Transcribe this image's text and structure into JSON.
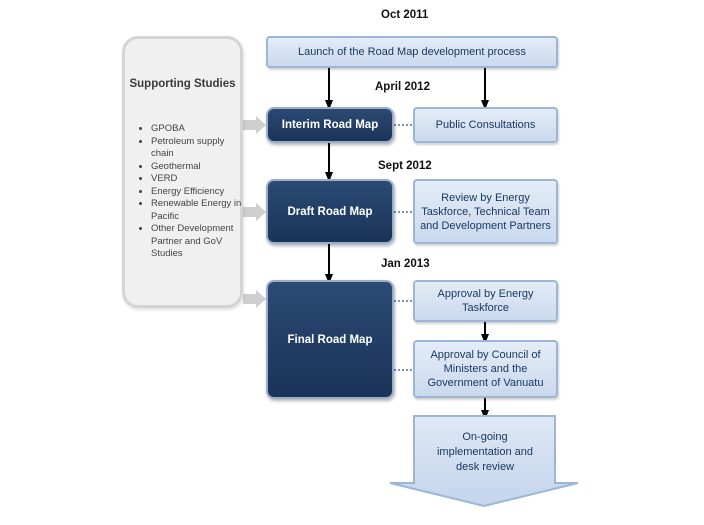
{
  "dates": {
    "d1": "Oct 2011",
    "d2": "April 2012",
    "d3": "Sept 2012",
    "d4": "Jan 2013"
  },
  "supporting": {
    "title": "Supporting Studies",
    "items": [
      "GPOBA",
      "Petroleum supply chain",
      "Geothermal",
      "VERD",
      "Energy Efficiency",
      "Renewable Energy in Pacific",
      "Other Development Partner and GoV Studies"
    ]
  },
  "boxes": {
    "launch": "Launch of the Road Map development process",
    "interim": "Interim Road Map",
    "public": "Public Consultations",
    "draft": "Draft Road Map",
    "review": "Review by Energy Taskforce, Technical Team and Development Partners",
    "final": "Final Road Map",
    "approval_taskforce": "Approval by Energy Taskforce",
    "approval_council": "Approval by Council of Ministers and the Government of Vanuatu",
    "ongoing": "On-going implementation and desk review"
  },
  "colors": {
    "dark_box": "#1f3a5f",
    "light_box": "#dae5f4",
    "light_border": "#9cb6d6",
    "support_bg": "#f0f0f0",
    "support_border": "#d4d4d4",
    "arrow": "#000000"
  }
}
